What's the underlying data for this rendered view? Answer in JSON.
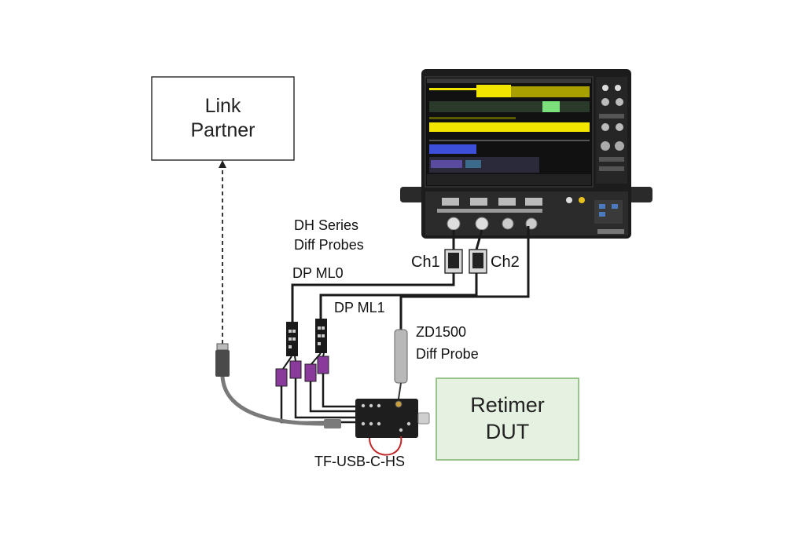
{
  "diagram": {
    "link_partner": {
      "line1": "Link",
      "line2": "Partner"
    },
    "retimer": {
      "line1": "Retimer",
      "line2": "DUT"
    },
    "labels": {
      "dh_series_1": "DH Series",
      "dh_series_2": "Diff Probes",
      "dp_ml0": "DP ML0",
      "dp_ml1": "DP ML1",
      "ch1": "Ch1",
      "ch2": "Ch2",
      "zd1500_1": "ZD1500",
      "zd1500_2": "Diff Probe",
      "fixture": "TF-USB-C-HS"
    },
    "colors": {
      "box_border": "#333333",
      "retimer_fill": "#e6f2e1",
      "retimer_border": "#7fb36a",
      "cable": "#1a1a1a",
      "gray_cable": "#7a7a7a",
      "scope_body": "#1c1c1c",
      "trace_yellow": "#f2e600",
      "trace_blue": "#3b4fd8",
      "trace_green": "#7ce07c",
      "probe_purple": "#8a3a9a",
      "red_loop": "#c0282a",
      "knob_accent": "#e8c020"
    }
  }
}
